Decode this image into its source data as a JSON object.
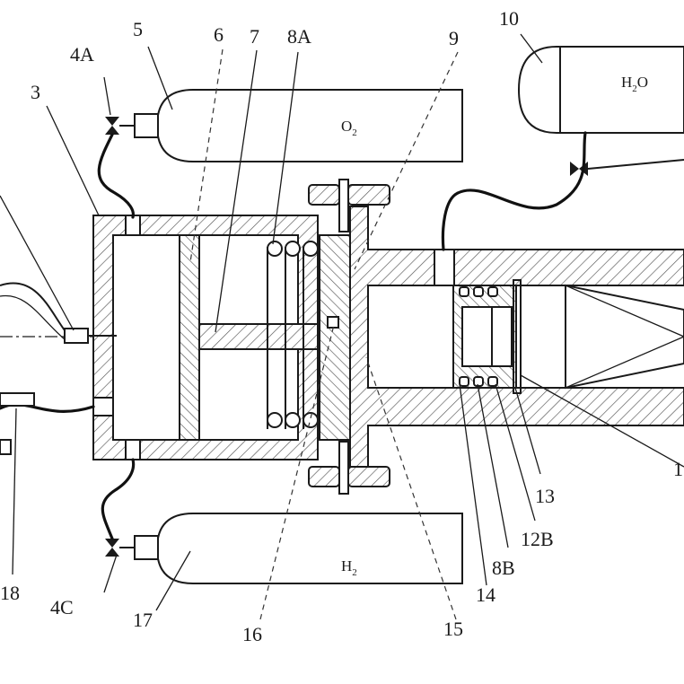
{
  "labels": {
    "l3": "3",
    "l4A": "4A",
    "l5": "5",
    "l6": "6",
    "l7": "7",
    "l8A": "8A",
    "l9": "9",
    "l10": "10",
    "l4C": "4C",
    "l17": "17",
    "l16": "16",
    "l15": "15",
    "l14": "14",
    "l8B": "8B",
    "l12B": "12B",
    "l13": "13",
    "l18": "18",
    "l1x": "1"
  },
  "tanks": {
    "o2": {
      "main": "O",
      "sub": "2"
    },
    "h2": {
      "main": "H",
      "sub": "2"
    },
    "h2o": {
      "pre": "H",
      "sub": "2",
      "post": "O"
    }
  },
  "colors": {
    "line": "#1a1a1a",
    "background": "#ffffff"
  }
}
